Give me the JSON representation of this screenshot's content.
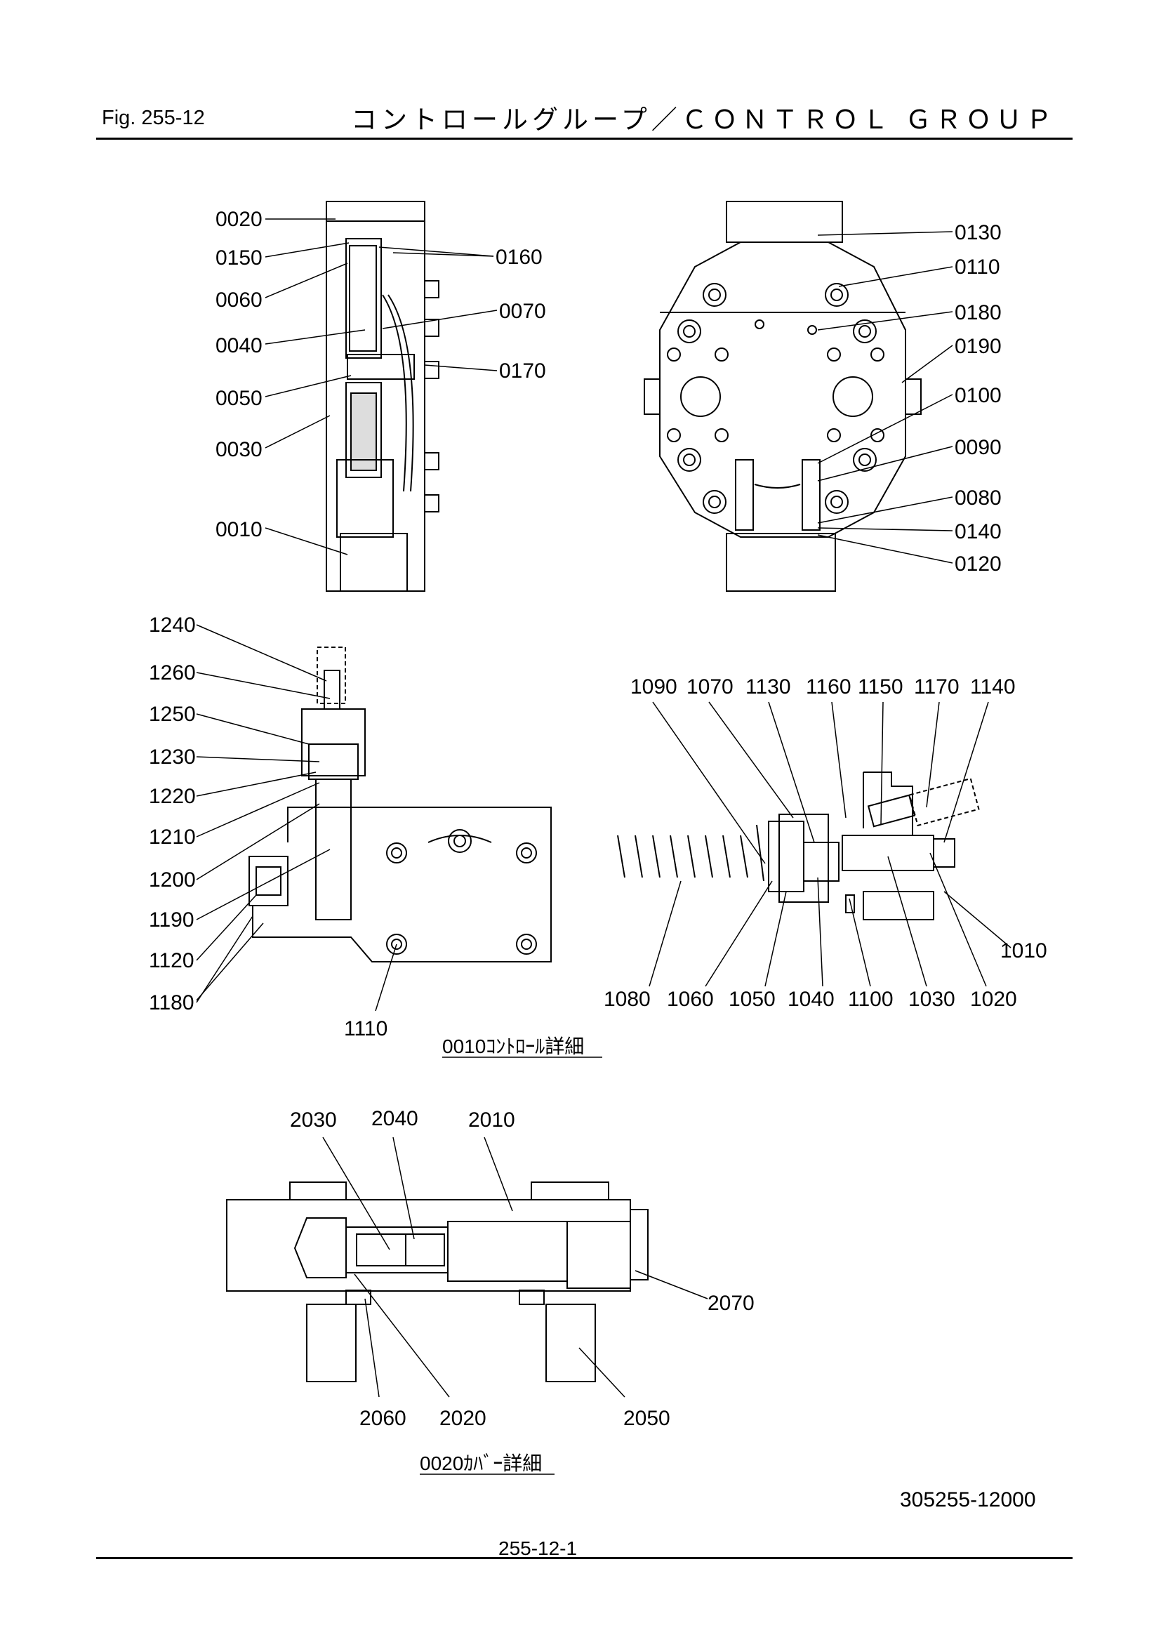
{
  "header": {
    "fig": "Fig.  255-12",
    "title": "コントロールグループ／ＣＯＮＴＲＯＬ ＧＲＯＵＰ"
  },
  "captions": {
    "control_detail": "0010ｺﾝﾄﾛｰﾙ詳細",
    "cover_detail": "0020ｶﾊﾞｰ詳細"
  },
  "drawing_number": "305255-12000",
  "page_number": "255-12-1",
  "labels": {
    "side_view": [
      "0020",
      "0150",
      "0060",
      "0040",
      "0050",
      "0030",
      "0010",
      "0160",
      "0070",
      "0170"
    ],
    "front_view": [
      "0130",
      "0110",
      "0180",
      "0190",
      "0100",
      "0090",
      "0080",
      "0140",
      "0120"
    ],
    "control_left": [
      "1240",
      "1260",
      "1250",
      "1230",
      "1220",
      "1210",
      "1200",
      "1190",
      "1120",
      "1180",
      "1110"
    ],
    "control_right_top": [
      "1090",
      "1070",
      "1130",
      "1160",
      "1150",
      "1170",
      "1140"
    ],
    "control_right_bottom": [
      "1080",
      "1060",
      "1050",
      "1040",
      "1100",
      "1030",
      "1020",
      "1010"
    ],
    "cover": [
      "2030",
      "2040",
      "2010",
      "2070",
      "2060",
      "2020",
      "2050"
    ]
  }
}
